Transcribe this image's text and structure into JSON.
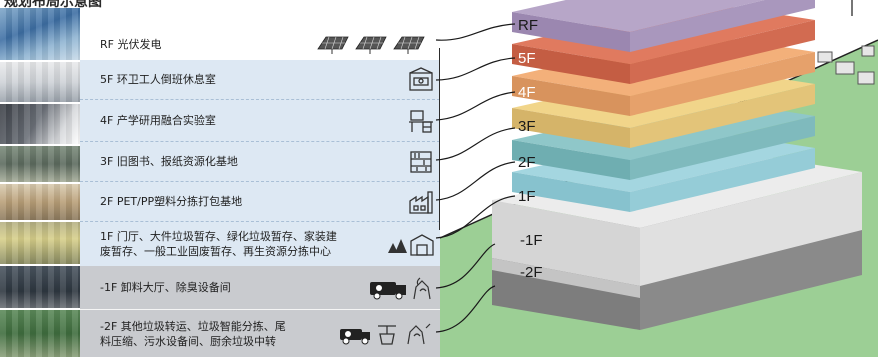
{
  "header": {
    "text": "规划布局示意图"
  },
  "floors": [
    {
      "id": "RF",
      "label": "RF 光伏发电",
      "icon": "solar-panel-icon"
    },
    {
      "id": "5F",
      "label": "5F 环卫工人倒班休息室",
      "icon": "rest-room-icon"
    },
    {
      "id": "4F",
      "label": "4F 产学研用融合实验室",
      "icon": "lab-desk-icon"
    },
    {
      "id": "3F",
      "label": "3F 旧图书、报纸资源化基地",
      "icon": "bookshelf-icon"
    },
    {
      "id": "2F",
      "label": "2F PET/PP塑料分拣打包基地",
      "icon": "factory-icon"
    },
    {
      "id": "1F",
      "label_line1": "1F 门厅、大件垃圾暂存、绿化垃圾暂存、家装建",
      "label_line2": "废暂存、一般工业固废暂存、再生资源分拣中心",
      "icon": "trees-warehouse-icon"
    },
    {
      "id": "-1F",
      "label": "-1F 卸料大厅、除臭设备间",
      "icon": "truck-deodorize-icon"
    },
    {
      "id": "-2F",
      "label_line1": "-2F 其他垃圾转运、垃圾智能分拣、尾",
      "label_line2": "料压缩、污水设备间、厨余垃圾中转",
      "icon": "transfer-machinery-icon"
    }
  ],
  "slab_labels": {
    "rf": "RF",
    "f5": "5F",
    "f4": "4F",
    "f3": "3F",
    "f2": "2F",
    "f1": "1F",
    "b1": "-1F",
    "b2": "-2F"
  },
  "colors": {
    "rf_top": "#b7a6c8",
    "f5_top": "#e07a5f",
    "f4_top": "#f3b07a",
    "f3_top": "#f1d58a",
    "f2_top": "#8fc7c9",
    "f1_top": "#a4d6e0",
    "b1_top": "#ececec",
    "b2_top": "#9a9a9a",
    "ground": "#9ccf95",
    "above_row": "#dde8f3",
    "below_row": "#c9cbcf"
  }
}
